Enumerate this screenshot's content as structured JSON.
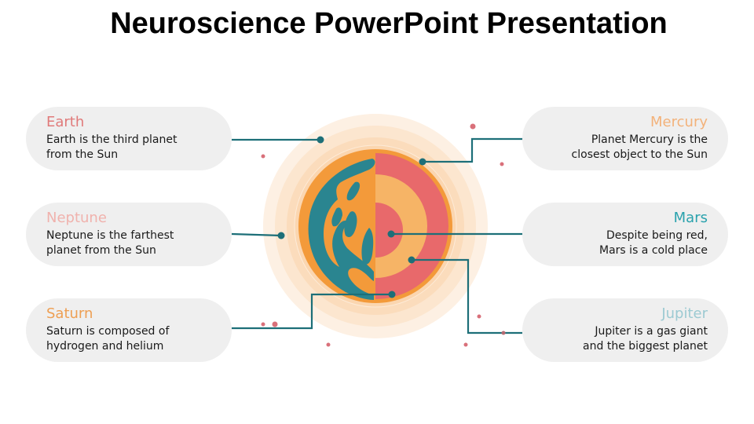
{
  "slide": {
    "title": "Neuroscience PowerPoint Presentation"
  },
  "colors": {
    "connector": "#1d6f78",
    "dot": "#d9707a",
    "halo_outer": "#fdf0e3",
    "halo_mid": "#fce3c8",
    "halo_inner": "#fbd8b3",
    "planet_orange": "#f39a3a",
    "planet_teal": "#2a8590",
    "core_red": "#e8696b",
    "core_light": "#f6b466"
  },
  "items": [
    {
      "id": "earth",
      "side": "left",
      "name": "Earth",
      "color": "#e07a7a",
      "line1": "Earth is the third planet",
      "line2": "from the Sun"
    },
    {
      "id": "neptune",
      "side": "left",
      "name": "Neptune",
      "color": "#f0b2ad",
      "line1": "Neptune is the farthest",
      "line2": "planet from the Sun"
    },
    {
      "id": "saturn",
      "side": "left",
      "name": "Saturn",
      "color": "#ee9f53",
      "line1": "Saturn is composed of",
      "line2": "hydrogen and helium"
    },
    {
      "id": "mercury",
      "side": "right",
      "name": "Mercury",
      "color": "#f3b27a",
      "line1": "Planet Mercury is the",
      "line2": "closest object to the Sun"
    },
    {
      "id": "mars",
      "side": "right",
      "name": "Mars",
      "color": "#2aa2ad",
      "line1": "Despite being red,",
      "line2": "Mars is a cold place"
    },
    {
      "id": "jupiter",
      "side": "right",
      "name": "Jupiter",
      "color": "#9ccad2",
      "line1": "Jupiter is a gas giant",
      "line2": "and the biggest planet"
    }
  ]
}
